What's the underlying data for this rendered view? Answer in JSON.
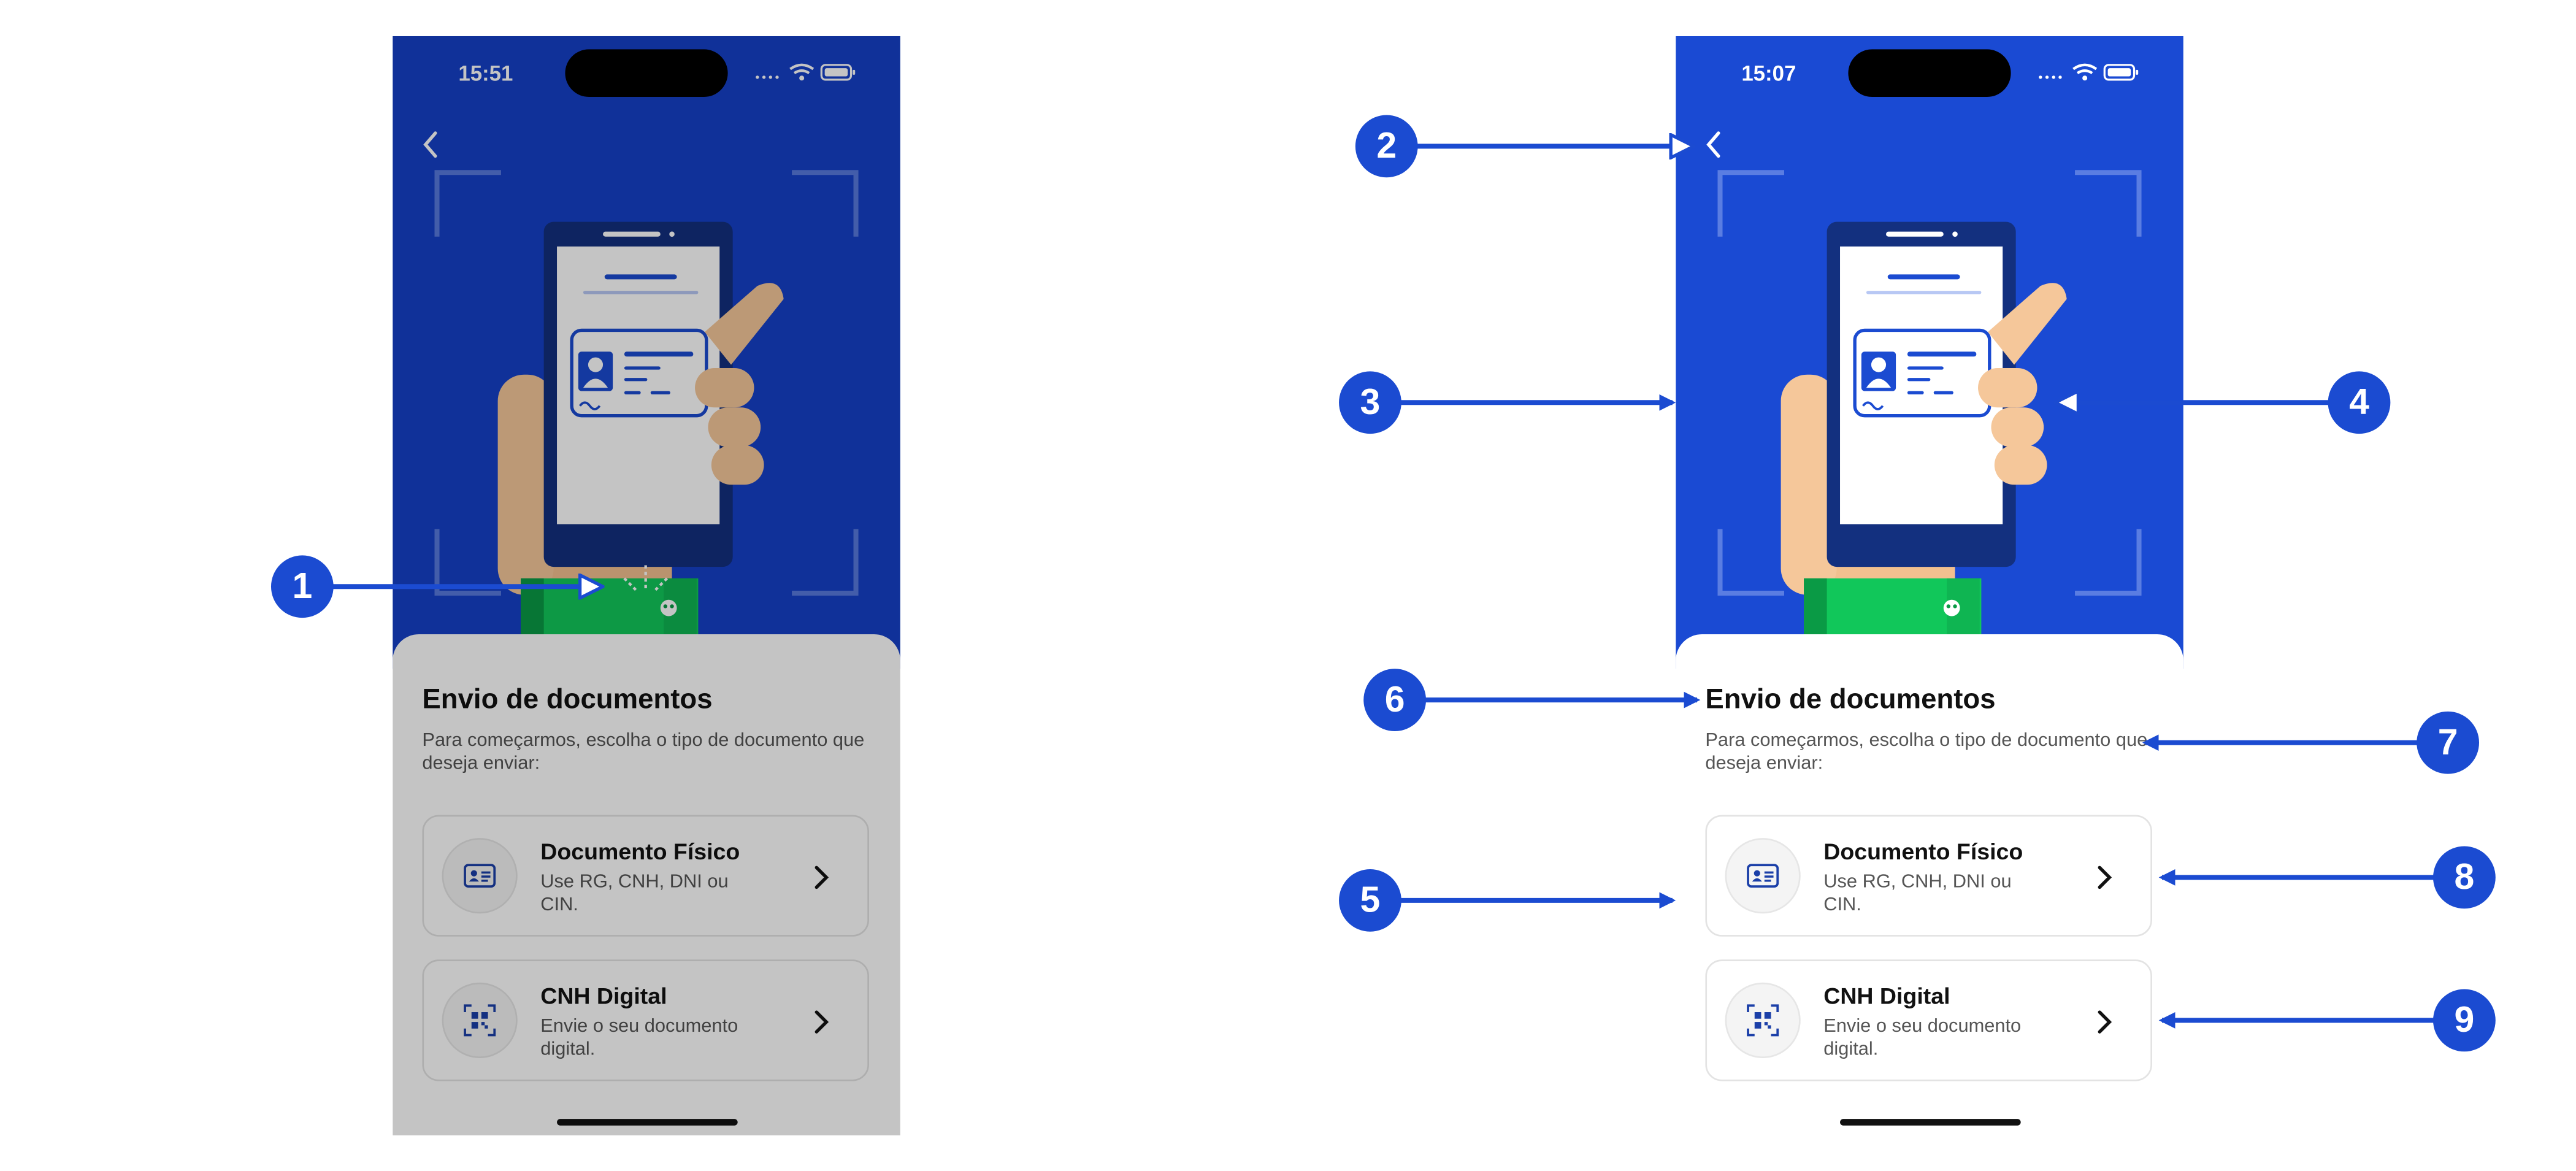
{
  "screens": {
    "left": {
      "status_time": "15:51",
      "hero_color": "#1640c8",
      "overlay": "dimmed",
      "title": "Envio de documentos",
      "subtitle": "Para começarmos, escolha o tipo de documento que deseja enviar:",
      "options": [
        {
          "title": "Documento Físico",
          "description": "Use RG, CNH, DNI ou CIN.",
          "icon": "id-card-icon"
        },
        {
          "title": "CNH Digital",
          "description": "Envie o seu documento digital.",
          "icon": "qr-code-icon"
        }
      ]
    },
    "right": {
      "status_time": "15:07",
      "hero_color": "#1a4ad3",
      "overlay": "none",
      "title": "Envio de documentos",
      "subtitle": "Para começarmos, escolha o tipo de documento que deseja enviar:",
      "options": [
        {
          "title": "Documento Físico",
          "description": "Use RG, CNH, DNI ou CIN.",
          "icon": "id-card-icon"
        },
        {
          "title": "CNH Digital",
          "description": "Envie o seu documento digital.",
          "icon": "qr-code-icon"
        }
      ]
    }
  },
  "callouts": [
    {
      "number": "1",
      "target": "sparkle on wristband"
    },
    {
      "number": "2",
      "target": "back button"
    },
    {
      "number": "3",
      "target": "hero background"
    },
    {
      "number": "4",
      "target": "hand illustration"
    },
    {
      "number": "5",
      "target": "bottom sheet"
    },
    {
      "number": "6",
      "target": "title"
    },
    {
      "number": "7",
      "target": "subtitle"
    },
    {
      "number": "8",
      "target": "Documento Físico option"
    },
    {
      "number": "9",
      "target": "CNH Digital option"
    }
  ],
  "colors": {
    "accent": "#1b4bd1",
    "hand": "#f5c79a",
    "sleeve": "#11c75a"
  }
}
